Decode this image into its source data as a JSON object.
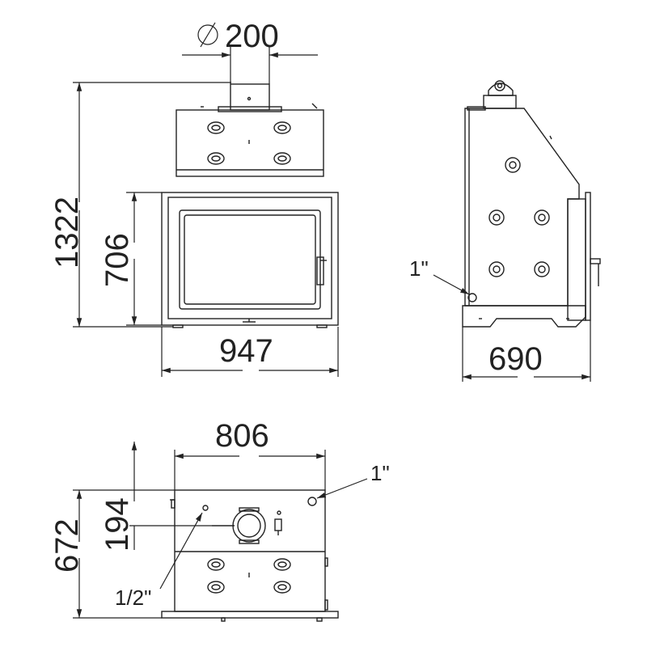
{
  "dimensions": {
    "flue_diameter": "200",
    "total_height": "1322",
    "door_height": "706",
    "front_width": "947",
    "side_depth": "690",
    "top_width": "806",
    "top_depth": "672",
    "top_offset": "194"
  },
  "pipe_labels": {
    "side_connection": "1\"",
    "top_connection": "1\"",
    "top_small_connection": "1/2\""
  },
  "symbols": {
    "diameter": "⌀"
  },
  "colors": {
    "line": "#222222",
    "fill": "#ffffff"
  }
}
